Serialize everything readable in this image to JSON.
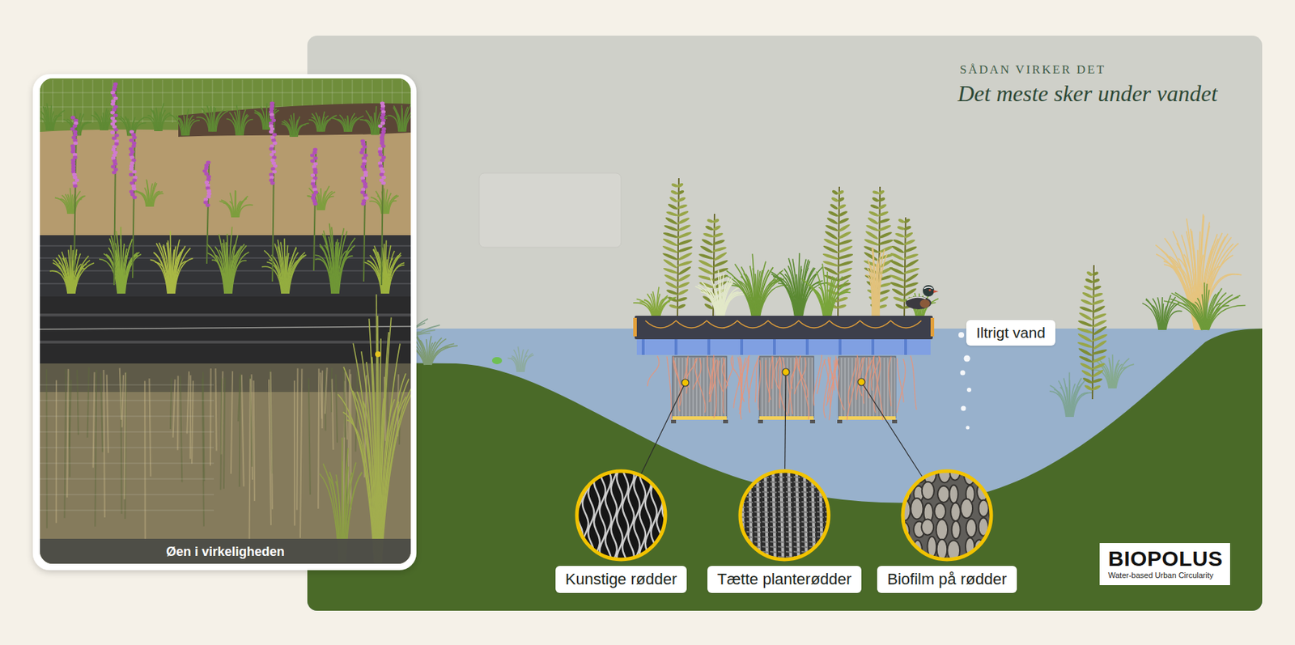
{
  "diagram": {
    "title": "Det meste sker under vandet",
    "caption": "Øen i virkeligheden",
    "nodes": [
      {
        "text": [
          "Iltrigt vand"
        ]
      },
      {
        "text": [
          "Kunstige rødder"
        ]
      },
      {
        "text": [
          "Tætte planterødder"
        ]
      },
      {
        "text": [
          "Biofilm på rødder"
        ]
      },
      {
        "text": [
          "BIOPOLUS",
          "Water-based Urban Circularity"
        ]
      }
    ],
    "labels": [
      "SÅDAN VIRKER DET"
    ]
  }
}
